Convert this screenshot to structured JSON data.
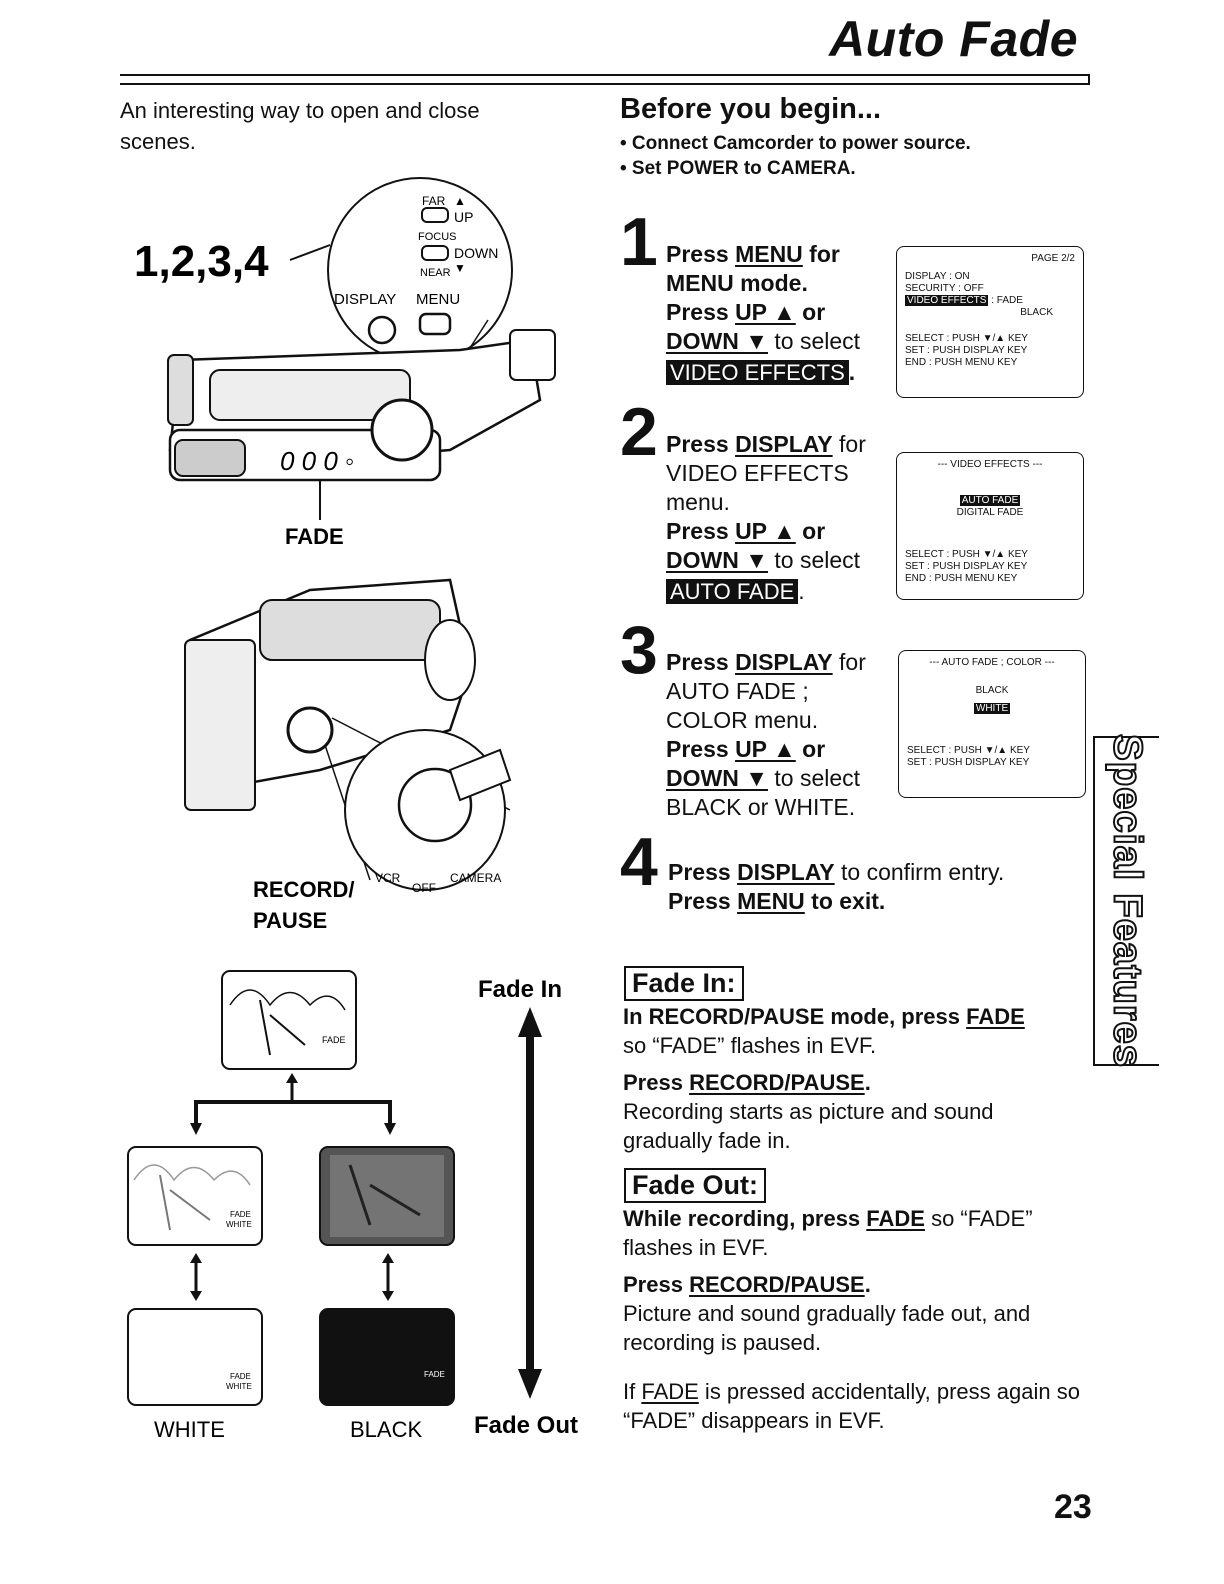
{
  "header": {
    "title": "Auto Fade"
  },
  "intro": "An interesting way to open and close scenes.",
  "illustration": {
    "callout_steps": "1,2,3,4",
    "panel": {
      "far": "FAR",
      "up": "UP",
      "focus": "FOCUS",
      "down": "DOWN",
      "near": "NEAR",
      "display": "DISPLAY",
      "menu": "MENU"
    },
    "fade_label": "FADE",
    "record_pause_label": "RECORD/\nPAUSE",
    "dial": {
      "vcr": "VCR",
      "off": "OFF",
      "camera": "CAMERA"
    }
  },
  "fade_diagram": {
    "fade_in_label": "Fade In",
    "fade_out_label": "Fade Out",
    "white_label": "WHITE",
    "black_label": "BLACK",
    "screen_fade_text": "FADE",
    "screen_white_text": "WHITE"
  },
  "before": {
    "heading": "Before you begin...",
    "items": [
      "• Connect Camcorder to power source.",
      "• Set POWER to CAMERA."
    ]
  },
  "steps": [
    {
      "num": "1",
      "t1": "Press ",
      "k1": "MENU",
      "t2": " for",
      "t3": "MENU mode.",
      "t4": "Press ",
      "k2": "UP ▲",
      "t5": " or",
      "k3": "DOWN ▼",
      "t6": " to select",
      "hl": "VIDEO EFFECTS",
      "osd": {
        "page": "PAGE 2/2",
        "rows": [
          "DISPLAY      : ON",
          "SECURITY     : OFF"
        ],
        "sel_item": "VIDEO EFFECTS",
        "sel_val": ": FADE",
        "sel_val2": "BLACK",
        "foot": [
          "SELECT : PUSH ▼/▲ KEY",
          "SET      : PUSH DISPLAY KEY",
          "END      : PUSH MENU KEY"
        ]
      }
    },
    {
      "num": "2",
      "t1": "Press ",
      "k1": "DISPLAY",
      "t2": " for",
      "t3": "VIDEO EFFECTS",
      "t3b": "menu.",
      "t4": "Press ",
      "k2": "UP ▲",
      "t5": " or",
      "k3": "DOWN ▼",
      "t6": " to select",
      "hl": "AUTO FADE",
      "osd": {
        "title": "--- VIDEO EFFECTS ---",
        "sel_item": "AUTO FADE",
        "item2": "DIGITAL FADE",
        "foot": [
          "SELECT : PUSH ▼/▲ KEY",
          "SET      : PUSH DISPLAY KEY",
          "END      : PUSH MENU KEY"
        ]
      }
    },
    {
      "num": "3",
      "t1": "Press ",
      "k1": "DISPLAY",
      "t2": " for",
      "t3": "AUTO FADE ;",
      "t3b": "COLOR menu.",
      "t4": "Press ",
      "k2": "UP ▲",
      "t5": " or",
      "k3": "DOWN ▼",
      "t6": " to select",
      "t7": "BLACK or WHITE.",
      "osd": {
        "title": "--- AUTO FADE ; COLOR ---",
        "item1": "BLACK",
        "sel_item": "WHITE",
        "foot": [
          "SELECT : PUSH ▼/▲ KEY",
          "SET      : PUSH DISPLAY KEY"
        ]
      }
    },
    {
      "num": "4",
      "t1": "Press ",
      "k1": "DISPLAY",
      "t2": " to confirm entry.",
      "t3": "Press ",
      "k2": "MENU",
      "t4": " to exit."
    }
  ],
  "fade_in": {
    "heading": "Fade In:",
    "p1a": "In RECORD/PAUSE mode, press ",
    "p1k": "FADE",
    "p1b": "so “FADE” flashes in EVF.",
    "p2a": "Press ",
    "p2k": "RECORD/PAUSE",
    "p2b": ".",
    "p3": "Recording starts as picture and sound gradually fade in."
  },
  "fade_out": {
    "heading": "Fade Out:",
    "p1a": "While recording, press ",
    "p1k": "FADE",
    "p1b": " so “FADE”",
    "p1c": "flashes in EVF.",
    "p2a": "Press ",
    "p2k": "RECORD/PAUSE",
    "p2b": ".",
    "p3": "Picture and sound gradually fade out, and recording is paused.",
    "note_a": "If ",
    "note_k": "FADE",
    "note_b": " is pressed accidentally, press again so “FADE” disappears in EVF."
  },
  "side_tab": "Special Features",
  "page_number": "23"
}
